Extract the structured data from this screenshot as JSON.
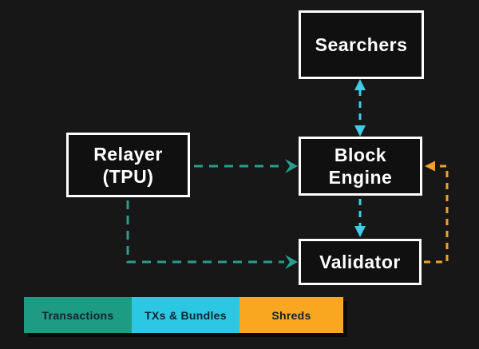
{
  "diagram": {
    "nodes": {
      "searchers": {
        "label": "Searchers"
      },
      "relayer": {
        "label_line1": "Relayer",
        "label_line2": "(TPU)"
      },
      "block_engine": {
        "label_line1": "Block",
        "label_line2": "Engine"
      },
      "validator": {
        "label": "Validator"
      }
    },
    "edges": [
      {
        "from": "Searchers",
        "to": "Block Engine",
        "flow": "TXs & Bundles",
        "bidirectional": true
      },
      {
        "from": "Relayer (TPU)",
        "to": "Block Engine",
        "flow": "Transactions",
        "bidirectional": false
      },
      {
        "from": "Block Engine",
        "to": "Validator",
        "flow": "TXs & Bundles",
        "bidirectional": false
      },
      {
        "from": "Relayer (TPU)",
        "to": "Validator",
        "flow": "Transactions",
        "bidirectional": false
      },
      {
        "from": "Validator",
        "to": "Block Engine",
        "flow": "Shreds",
        "bidirectional": false
      }
    ]
  },
  "legend": {
    "items": [
      {
        "label": "Transactions",
        "color": "#1d9c83"
      },
      {
        "label": "TXs & Bundles",
        "color": "#2cc7e2"
      },
      {
        "label": "Shreds",
        "color": "#f9a621"
      }
    ]
  },
  "colors": {
    "background": "#171717",
    "node_fill": "#101010",
    "node_border": "#ffffff",
    "transactions": "#2a9d8f",
    "txs_bundles": "#41cbe9",
    "shreds": "#f2a128",
    "legend_text": "#10222b"
  }
}
